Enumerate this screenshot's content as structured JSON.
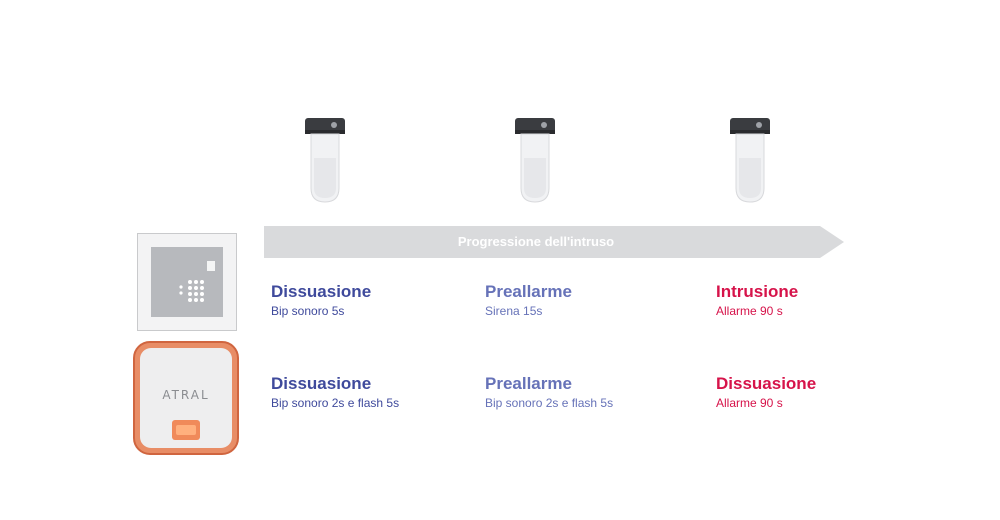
{
  "colors": {
    "dark_blue": "#3f4a9c",
    "light_blue": "#6672b8",
    "red": "#d6134a",
    "arrow_gray": "#d9dadc",
    "device_orange": "#e07048"
  },
  "sensors": [
    {
      "icon": "motion-sensor-icon"
    },
    {
      "icon": "motion-sensor-icon"
    },
    {
      "icon": "motion-sensor-icon"
    }
  ],
  "arrow": {
    "label": "Progressione dell'intruso"
  },
  "devices": [
    {
      "icon": "keypad-panel-icon"
    },
    {
      "icon": "alarm-control-unit-icon",
      "brand": "ATRAL"
    }
  ],
  "rows": [
    {
      "stages": [
        {
          "title": "Dissuasione",
          "subtitle": "Bip sonoro 5s",
          "color": "#3f4a9c"
        },
        {
          "title": "Preallarme",
          "subtitle": "Sirena 15s",
          "color": "#6672b8"
        },
        {
          "title": "Intrusione",
          "subtitle": "Allarme 90 s",
          "color": "#d6134a"
        }
      ]
    },
    {
      "stages": [
        {
          "title": "Dissuasione",
          "subtitle": "Bip sonoro 2s e flash 5s",
          "color": "#3f4a9c"
        },
        {
          "title": "Preallarme",
          "subtitle": "Bip sonoro 2s e flash 5s",
          "color": "#6672b8"
        },
        {
          "title": "Dissuasione",
          "subtitle": "Allarme 90 s",
          "color": "#d6134a"
        }
      ]
    }
  ]
}
